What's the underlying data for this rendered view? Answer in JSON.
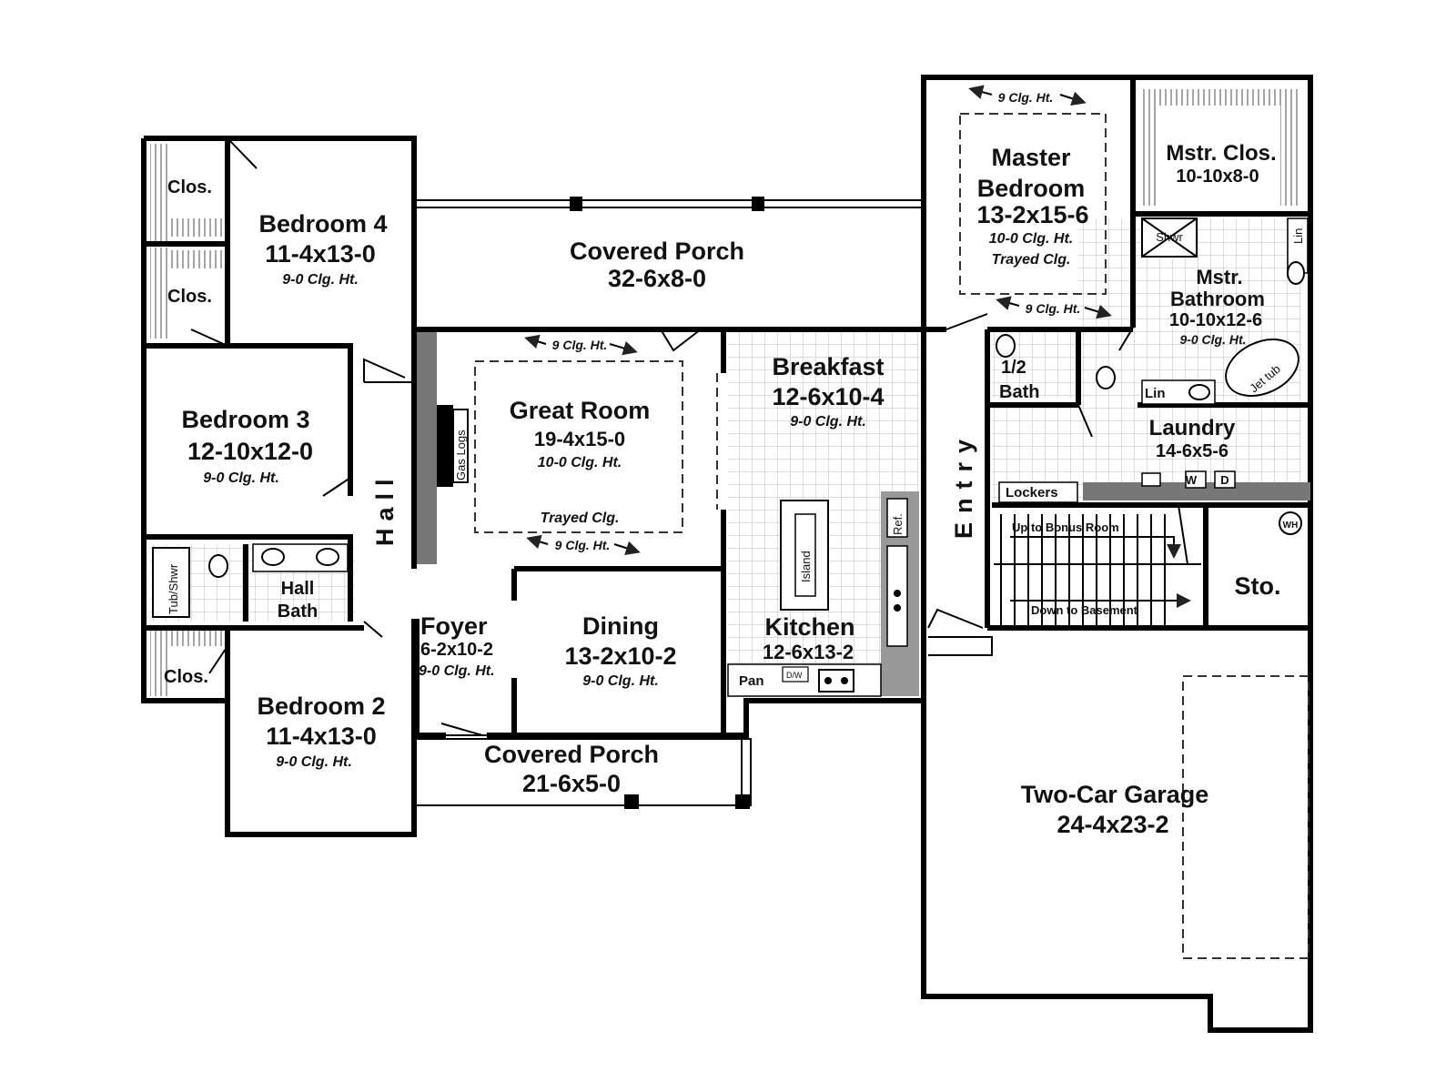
{
  "rooms": {
    "bedroom4": {
      "name": "Bedroom 4",
      "dims": "11-4x13-0",
      "ceiling": "9-0 Clg. Ht."
    },
    "bedroom3": {
      "name": "Bedroom 3",
      "dims": "12-10x12-0",
      "ceiling": "9-0 Clg. Ht."
    },
    "bedroom2": {
      "name": "Bedroom 2",
      "dims": "11-4x13-0",
      "ceiling": "9-0 Clg. Ht."
    },
    "porch_rear": {
      "name": "Covered Porch",
      "dims": "32-6x8-0"
    },
    "porch_front": {
      "name": "Covered Porch",
      "dims": "21-6x5-0"
    },
    "great_room": {
      "name": "Great Room",
      "dims": "19-4x15-0",
      "ceiling": "10-0 Clg. Ht.",
      "note": "Trayed Clg.",
      "soffit_top": "9 Clg. Ht.",
      "soffit_bottom": "9 Clg. Ht.",
      "fireplace": "Gas Logs"
    },
    "breakfast": {
      "name": "Breakfast",
      "dims": "12-6x10-4",
      "ceiling": "9-0 Clg. Ht."
    },
    "kitchen": {
      "name": "Kitchen",
      "dims": "12-6x13-2",
      "island": "Island",
      "fridge": "Ref.",
      "pantry": "Pan",
      "dishwasher": "D/W"
    },
    "foyer": {
      "name": "Foyer",
      "dims": "6-2x10-2",
      "ceiling": "9-0 Clg. Ht."
    },
    "dining": {
      "name": "Dining",
      "dims": "13-2x10-2",
      "ceiling": "9-0 Clg. Ht."
    },
    "master_bedroom": {
      "name_line1": "Master",
      "name_line2": "Bedroom",
      "dims": "13-2x15-6",
      "ceiling": "10-0 Clg. Ht.",
      "note": "Trayed Clg.",
      "soffit_top": "9 Clg. Ht.",
      "soffit_bottom": "9 Clg. Ht."
    },
    "master_closet": {
      "name": "Mstr. Clos.",
      "dims": "10-10x8-0"
    },
    "master_bath": {
      "name_line1": "Mstr.",
      "name_line2": "Bathroom",
      "dims": "10-10x12-6",
      "ceiling": "9-0 Clg. Ht.",
      "shower": "Shwr",
      "linen_top": "Lin",
      "linen_bottom": "Lin",
      "tub": "Jet tub"
    },
    "half_bath": {
      "name_line1": "1/2",
      "name_line2": "Bath"
    },
    "laundry": {
      "name": "Laundry",
      "dims": "14-6x5-6",
      "washer": "W",
      "dryer": "D",
      "lockers": "Lockers"
    },
    "entry": {
      "name": "Entry"
    },
    "hall": {
      "name": "Hall"
    },
    "hall_bath": {
      "name_line1": "Hall",
      "name_line2": "Bath",
      "tub": "Tub/Shwr"
    },
    "closet_1": {
      "name": "Clos."
    },
    "closet_2": {
      "name": "Clos."
    },
    "closet_3": {
      "name": "Clos."
    },
    "stairs_up": {
      "label": "Up to Bonus Room"
    },
    "stairs_down": {
      "label": "Down to Basement"
    },
    "storage": {
      "name": "Sto.",
      "water_heater": "WH"
    },
    "garage": {
      "name": "Two-Car Garage",
      "dims": "24-4x23-2"
    }
  }
}
